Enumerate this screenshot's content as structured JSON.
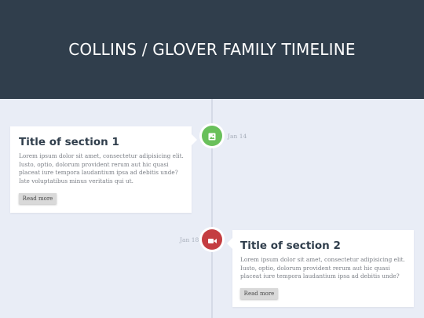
{
  "header": {
    "title": "COLLINS / GLOVER FAMILY TIMELINE"
  },
  "entries": [
    {
      "icon": "picture-icon",
      "color": "#69c05b",
      "date": "Jan 14",
      "title": "Title of section 1",
      "text": "Lorem ipsum dolor sit amet, consectetur adipisicing elit. Iusto, optio, dolorum provident rerum aut hic quasi placeat iure tempora laudantium ipsa ad debitis unde? Iste voluptatibus minus veritatis qui ut.",
      "button_label": "Read more"
    },
    {
      "icon": "video-icon",
      "color": "#c43d41",
      "date": "Jan 18",
      "title": "Title of section 2",
      "text": "Lorem ipsum dolor sit amet, consectetur adipisicing elit. Iusto, optio, dolorum provident rerum aut hic quasi placeat iure tempora laudantium ipsa ad debitis unde?",
      "button_label": "Read more"
    }
  ],
  "colors": {
    "header_bg": "#303e4c",
    "page_bg": "#e9edf6",
    "accent_green": "#69c05b",
    "accent_red": "#c43d41"
  }
}
